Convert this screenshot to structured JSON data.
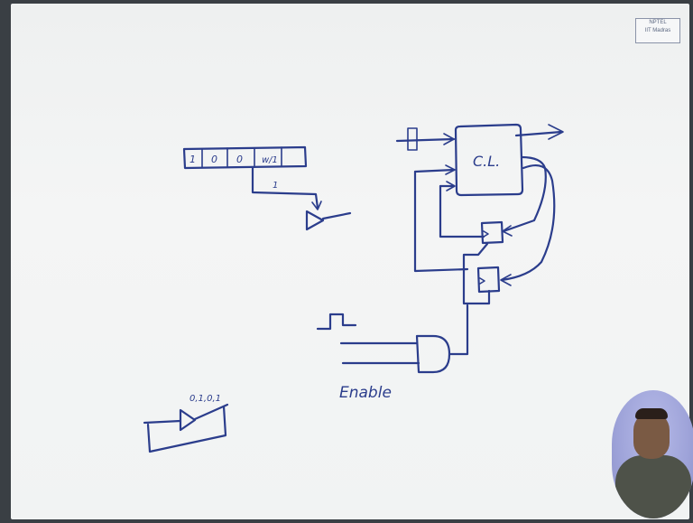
{
  "register": {
    "cells": [
      "1",
      "0",
      "0",
      "w/1"
    ],
    "tap_label": "1"
  },
  "circuit": {
    "block_label": "C.L.",
    "enable_label": "Enable"
  },
  "shift_register": {
    "sequence_label": "0,1,0,1"
  },
  "logo": {
    "line1": "NPTEL",
    "line2": "IIT Madras"
  },
  "colors": {
    "ink": "#2b3d8c",
    "board": "#f1f3f3"
  },
  "icons": {
    "clock_waveform": "square-pulse-icon",
    "and_gate": "and-gate-icon",
    "flip_flop": "flip-flop-icon",
    "buffer": "buffer-triangle-icon"
  }
}
